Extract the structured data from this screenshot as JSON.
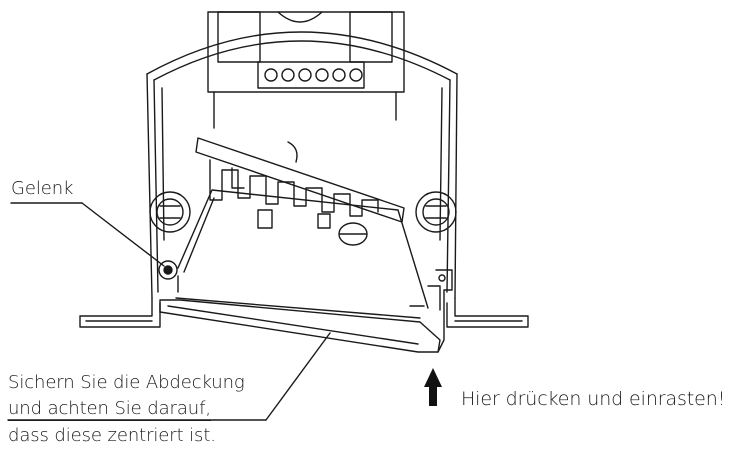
{
  "labels": {
    "hinge": "Gelenk",
    "secure_line1": "Sichern Sie die Abdeckung",
    "secure_line2": "und achten Sie darauf,",
    "secure_line3": "dass diese zentriert ist.",
    "press": "Hier drücken und einrasten!"
  },
  "colors": {
    "line": "#1a1a1a",
    "background": "#ffffff"
  },
  "icons": {
    "press_arrow": "arrow-up-icon"
  }
}
